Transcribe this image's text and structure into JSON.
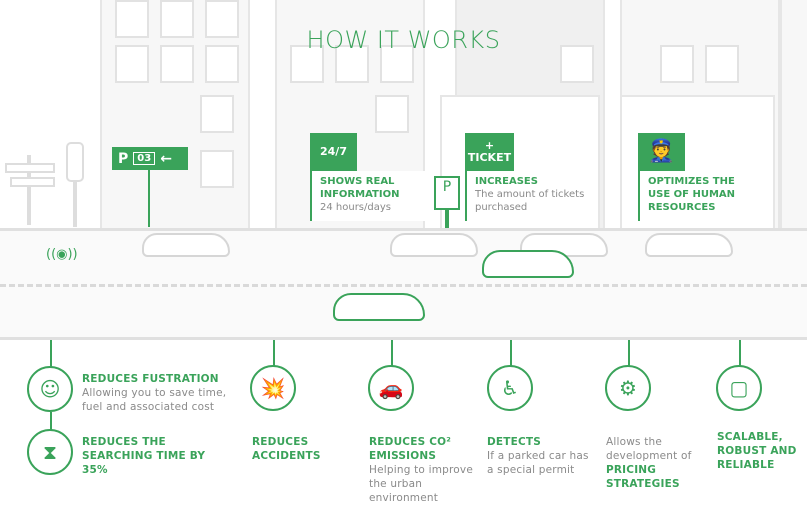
{
  "title": "HOW IT WORKS",
  "parking_sign": {
    "letter": "P",
    "number": "03",
    "arrow": "←"
  },
  "top_cards": [
    {
      "tag": "24/7",
      "title": "SHOWS REAL INFORMATION",
      "text": "24 hours/days"
    },
    {
      "tag_plus": "+",
      "tag": "TICKET",
      "title": "INCREASES",
      "text": "The amount of tickets purchased"
    },
    {
      "tag_icon": "officer-icon",
      "title": "OPTIMIZES THE USE OF HUMAN RESOURCES",
      "text": ""
    }
  ],
  "meter": {
    "letter": "P"
  },
  "benefits": [
    {
      "icon": "person-glasses-icon",
      "title": "REDUCES FUSTRATION",
      "text": "Allowing you to save time, fuel and associated cost"
    },
    {
      "icon": "hourglass-icon",
      "title": "REDUCES THE SEARCHING TIME BY 35%",
      "text": ""
    },
    {
      "icon": "car-crash-icon",
      "title": "REDUCES ACCIDENTS",
      "text": ""
    },
    {
      "icon": "car-emissions-icon",
      "title": "REDUCES CO² EMISSIONS",
      "text": "Helping to improve the urban environment"
    },
    {
      "icon": "wheelchair-icon",
      "title": "DETECTS",
      "text": "If a parked car has a special permit"
    },
    {
      "icon": "gears-icon",
      "pre": "Allows the development of",
      "title": "PRICING STRATEGIES"
    },
    {
      "icon": "scale-square-icon",
      "title": "SCALABLE, ROBUST AND RELIABLE",
      "text": ""
    }
  ],
  "colors": {
    "green": "#3aa35a",
    "gray": "#8a8a8a"
  }
}
